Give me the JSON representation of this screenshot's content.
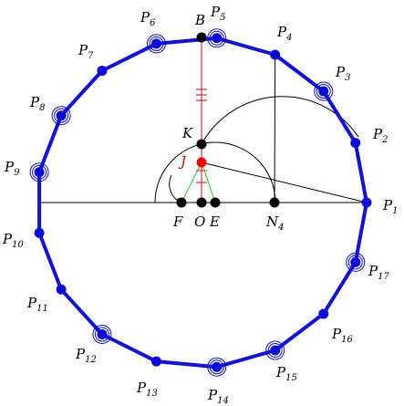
{
  "colors": {
    "polygon": "#1010e0",
    "point": "#0a0ae0",
    "construction": "#000000",
    "segment_red": "#dd0000",
    "segment_green": "#22cc22",
    "special_point": "#ff0000",
    "black_point": "#000000"
  },
  "labels": {
    "B": "B",
    "K": "K",
    "J": "J",
    "F": "F",
    "O": "O",
    "E": "E",
    "N4_base": "N",
    "N4_sub": "4",
    "P_base": "P",
    "P_subs": [
      "1",
      "2",
      "3",
      "4",
      "5",
      "6",
      "7",
      "8",
      "9",
      "10",
      "11",
      "12",
      "13",
      "14",
      "15",
      "16",
      "17"
    ]
  },
  "heptadecagon": {
    "vertex_count": 17,
    "double_ring_vertices": [
      3,
      5,
      6,
      8,
      9,
      12,
      14,
      15,
      17
    ]
  }
}
